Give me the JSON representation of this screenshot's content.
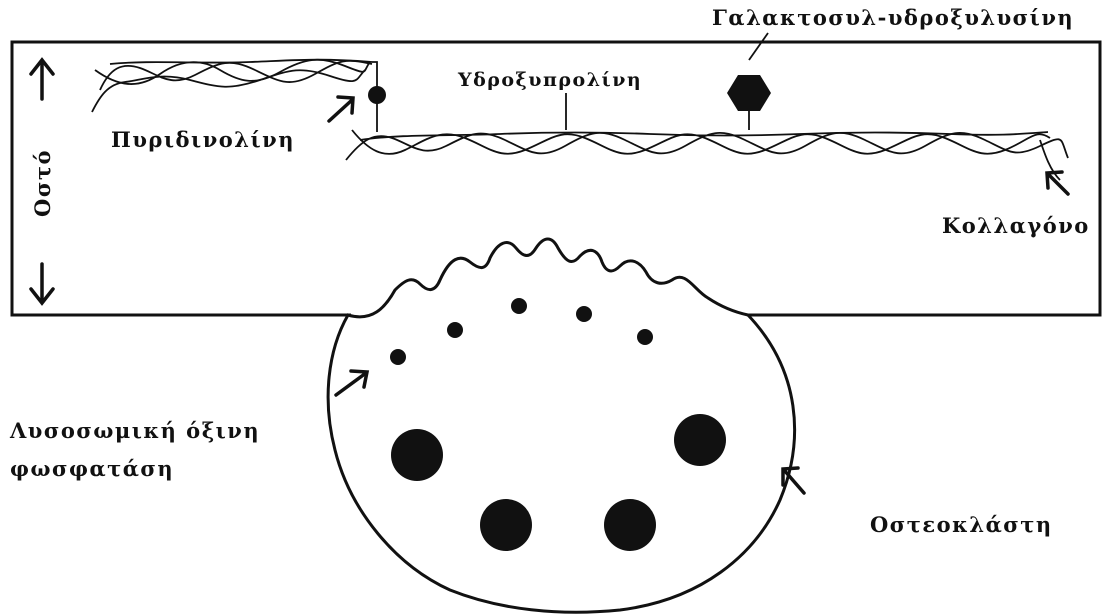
{
  "labels": {
    "bone": "Οστό",
    "pyridinoline": "Πυριδινολίνη",
    "hydroxyproline": "Υδροξυπρολίνη",
    "galactosyl_hydroxylysine": "Γαλακτοσυλ-υδροξυλυσίνη",
    "collagen": "Κολλαγόνο",
    "acid_phosphatase_line1": "Λυσοσωμική όξινη",
    "acid_phosphatase_line2": "φωσφατάση",
    "osteoclast": "Οστεοκλάστη"
  },
  "colors": {
    "ink": "#111111",
    "background": "#ffffff"
  }
}
